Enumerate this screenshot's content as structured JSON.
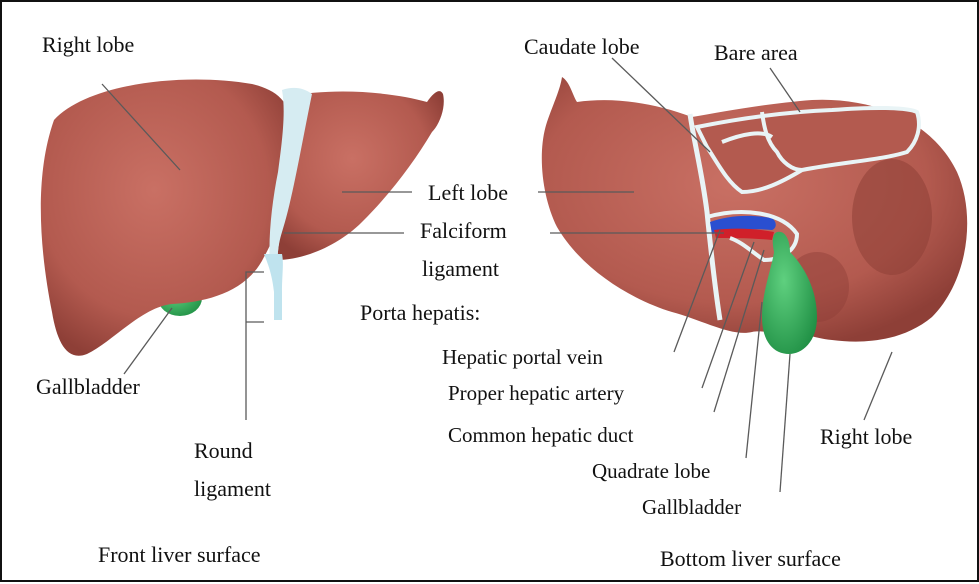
{
  "labels": {
    "right_lobe_front": "Right lobe",
    "caudate_lobe": "Caudate lobe",
    "bare_area": "Bare area",
    "left_lobe": "Left lobe",
    "falciform_line1": "Falciform",
    "falciform_line2": "ligament",
    "porta_hepatis": "Porta hepatis:",
    "hepatic_portal_vein": "Hepatic portal vein",
    "proper_hepatic_artery": "Proper hepatic artery",
    "common_hepatic_duct": "Common hepatic duct",
    "quadrate_lobe": "Quadrate lobe",
    "gallbladder_bottom": "Gallbladder",
    "right_lobe_bottom": "Right lobe",
    "gallbladder_front": "Gallbladder",
    "round_line1": "Round",
    "round_line2": "ligament",
    "front_caption": "Front liver surface",
    "bottom_caption": "Bottom liver surface"
  },
  "colors": {
    "liver": "#b35a4f",
    "liver_dark": "#8e3f37",
    "ligament": "#d6ecf2",
    "gallbladder": "#2fb05a",
    "vein": "#2a4fd0",
    "artery": "#d0202a",
    "leader_line": "#5a5a5a"
  }
}
